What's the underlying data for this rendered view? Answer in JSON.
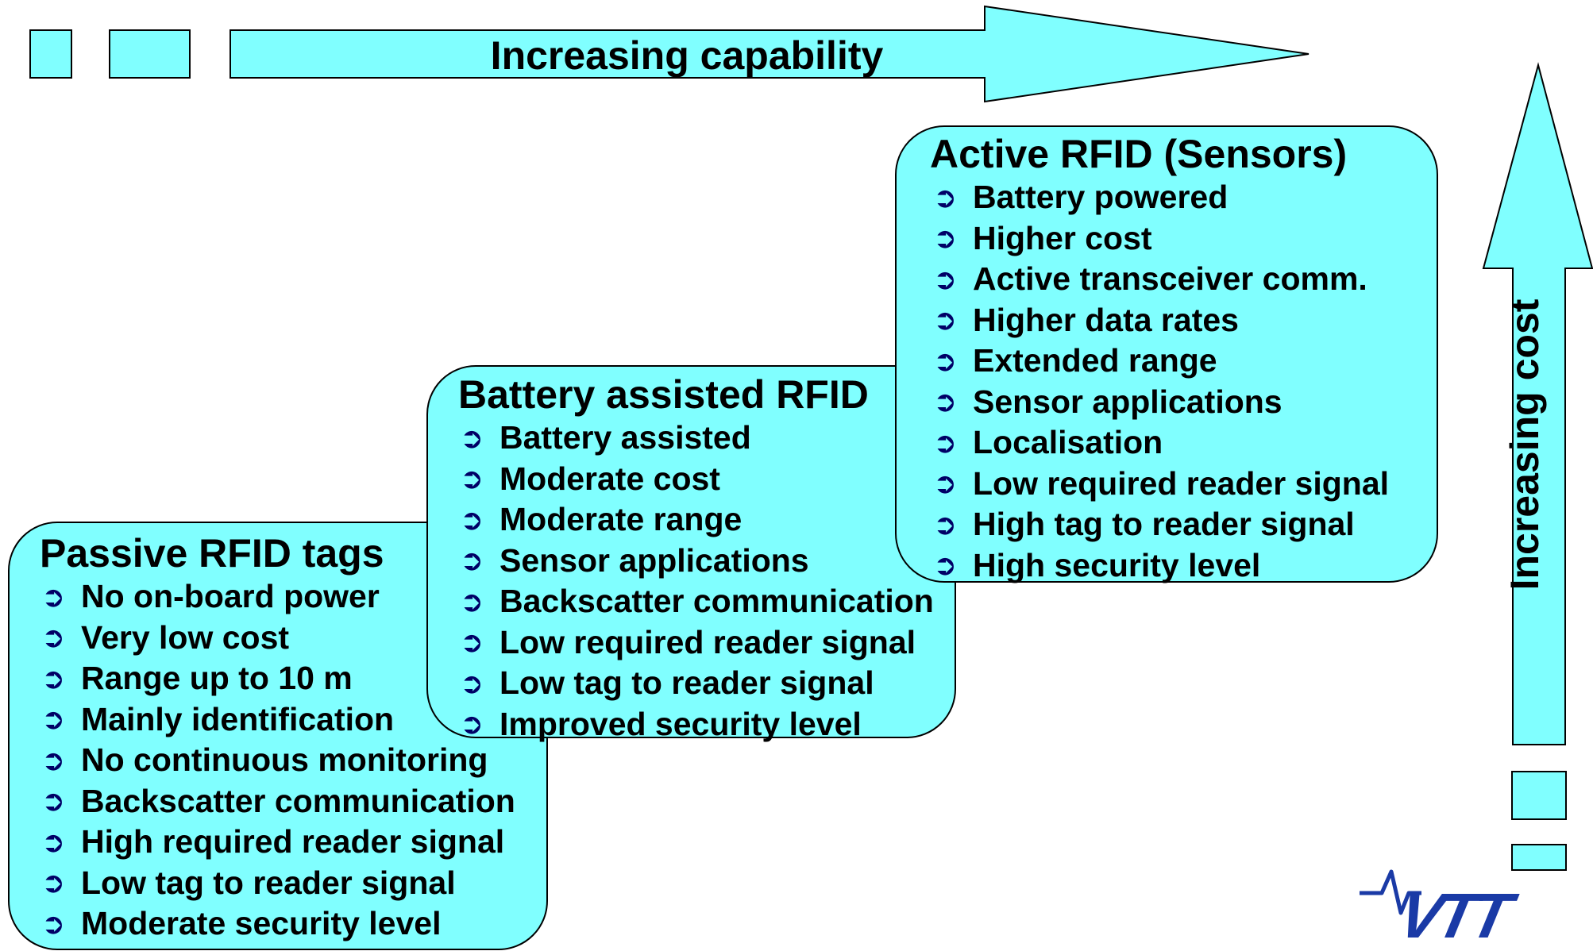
{
  "arrows": {
    "capability_label": "Increasing capability",
    "cost_label": "Increasing cost"
  },
  "passive": {
    "title": "Passive RFID tags",
    "items": [
      "No on-board power",
      "Very low cost",
      "Range up to 10 m",
      "Mainly identification",
      "No continuous monitoring",
      "Backscatter communication",
      "High required reader signal",
      "Low tag to reader signal",
      "Moderate security level"
    ]
  },
  "battery": {
    "title": "Battery assisted RFID",
    "items": [
      "Battery assisted",
      "Moderate cost",
      "Moderate range",
      "Sensor applications",
      "Backscatter communication",
      "Low required reader signal",
      "Low tag to reader signal",
      "Improved security level"
    ]
  },
  "active": {
    "title": "Active RFID (Sensors)",
    "items": [
      "Battery powered",
      "Higher cost",
      "Active transceiver comm.",
      "Higher data rates",
      "Extended range",
      "Sensor applications",
      "Localisation",
      "Low required reader signal",
      "High tag to reader signal",
      "High security level"
    ]
  },
  "bullet_glyph": "➲",
  "logo": {
    "text": "VTT",
    "icon": "vtt-logo-icon",
    "color": "#1a3aa6"
  },
  "colors": {
    "fill": "#80ffff",
    "outline": "#000000",
    "bullet": "#000066"
  }
}
